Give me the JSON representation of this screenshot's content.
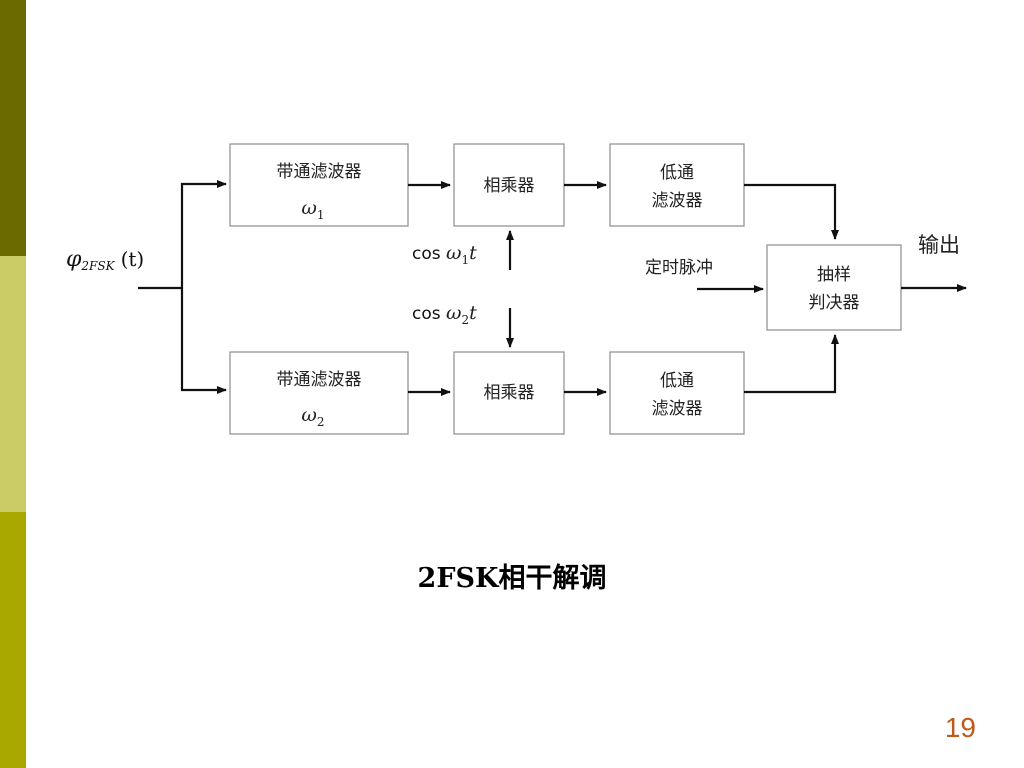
{
  "slide": {
    "caption": "2FSK相干解调",
    "page_number": "19",
    "sidebar_colors": [
      "#6b6a00",
      "#cccc66",
      "#a8a800"
    ]
  },
  "diagram": {
    "input_symbol": "φ",
    "input_subscript": "2FSK",
    "input_arg": "(t)",
    "upper_branch": {
      "bpf_label": "带通滤波器",
      "bpf_freq": "ω",
      "bpf_freq_sub": "1",
      "multiplier_label": "相乘器",
      "lpf_line1": "低通",
      "lpf_line2": "滤波器",
      "carrier_prefix": "cos ",
      "carrier_omega": "ω",
      "carrier_sub": "1",
      "carrier_t": "t"
    },
    "lower_branch": {
      "bpf_label": "带通滤波器",
      "bpf_freq": "ω",
      "bpf_freq_sub": "2",
      "multiplier_label": "相乘器",
      "lpf_line1": "低通",
      "lpf_line2": "滤波器",
      "carrier_prefix": "cos ",
      "carrier_omega": "ω",
      "carrier_sub": "2",
      "carrier_t": "t"
    },
    "decision_line1": "抽样",
    "decision_line2": "判决器",
    "timing_label": "定时脉冲",
    "output_label": "输出"
  }
}
